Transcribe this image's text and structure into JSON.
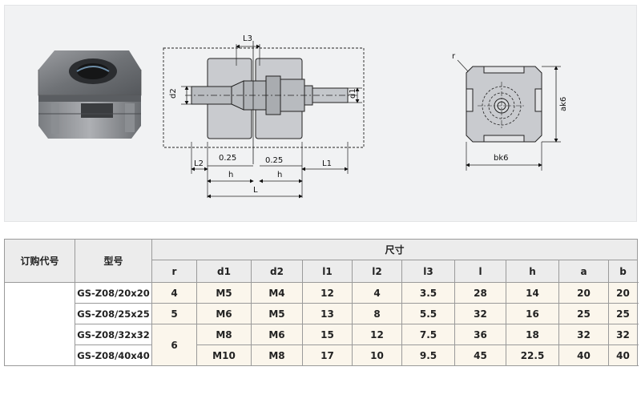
{
  "drawing": {
    "dimensions": {
      "L3": "L3",
      "d2": "d2",
      "d1": "d1",
      "L2": "L2",
      "L1": "L1",
      "c1": "0.25",
      "c2": "0.25",
      "h1": "h",
      "h2": "h",
      "L": "L",
      "r": "r",
      "a": "ak6",
      "b": "bk6"
    }
  },
  "table": {
    "header_order_code": "订购代号",
    "header_model": "型号",
    "header_size": "尺寸",
    "columns": [
      "r",
      "d1",
      "d2",
      "l1",
      "l2",
      "l3",
      "l",
      "h",
      "a",
      "b"
    ],
    "rows": [
      {
        "model": "GS-Z08/20x20",
        "r": "4",
        "d1": "M5",
        "d2": "M4",
        "l1": "12",
        "l2": "4",
        "l3": "3.5",
        "l": "28",
        "h": "14",
        "a": "20",
        "b": "20"
      },
      {
        "model": "GS-Z08/25x25",
        "r": "5",
        "d1": "M6",
        "d2": "M5",
        "l1": "13",
        "l2": "8",
        "l3": "5.5",
        "l": "32",
        "h": "16",
        "a": "25",
        "b": "25"
      },
      {
        "model": "GS-Z08/32x32",
        "r": "6",
        "d1": "M8",
        "d2": "M6",
        "l1": "15",
        "l2": "12",
        "l3": "7.5",
        "l": "36",
        "h": "18",
        "a": "32",
        "b": "32"
      },
      {
        "model": "GS-Z08/40x40",
        "d1": "M10",
        "d2": "M8",
        "l1": "17",
        "l2": "10",
        "l3": "9.5",
        "l": "45",
        "h": "22.5",
        "a": "40",
        "b": "40"
      }
    ]
  }
}
